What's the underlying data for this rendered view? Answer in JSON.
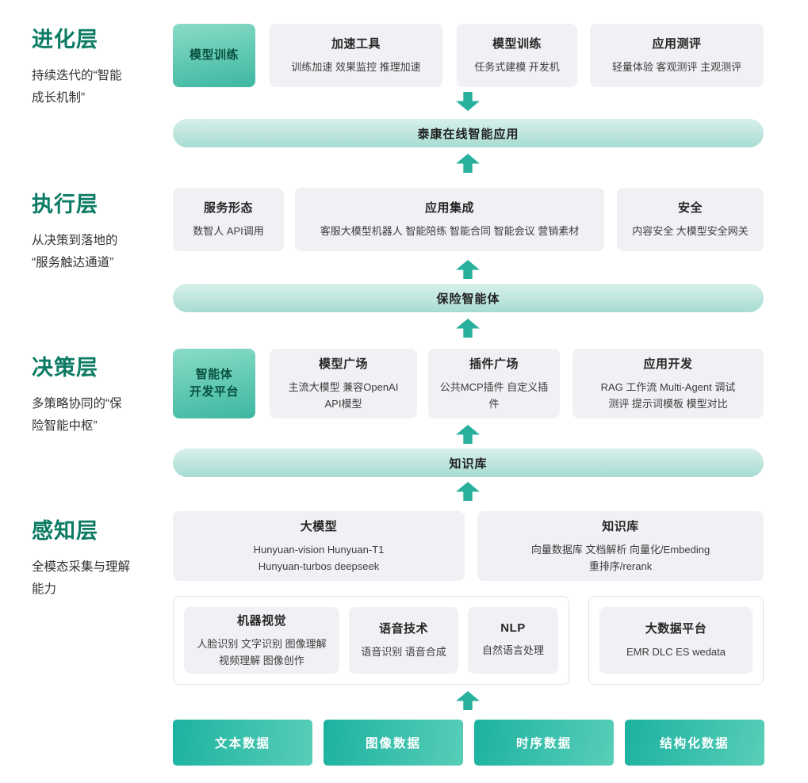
{
  "layers": {
    "evolution": {
      "title": "进化层",
      "subtitle": "持续迭代的“智能\n成长机制”",
      "highlight": "模型训练",
      "cards": [
        {
          "title": "加速工具",
          "sub": "训练加速  效果监控  推理加速"
        },
        {
          "title": "模型训练",
          "sub": "任务式建模  开发机"
        },
        {
          "title": "应用测评",
          "sub": "轻量体验  客观测评  主观测评"
        }
      ],
      "banner": "泰康在线智能应用"
    },
    "execution": {
      "title": "执行层",
      "subtitle": "从决策到落地的\n“服务触达通道”",
      "cards": [
        {
          "title": "服务形态",
          "sub": "数智人  API调用"
        },
        {
          "title": "应用集成",
          "sub": "客服大模型机器人  智能陪练  智能合同  智能会议  营销素材"
        },
        {
          "title": "安全",
          "sub": "内容安全  大模型安全网关"
        }
      ],
      "banner": "保险智能体"
    },
    "decision": {
      "title": "决策层",
      "subtitle": "多策略协同的“保\n险智能中枢”",
      "highlight": "智能体\n开发平台",
      "cards": [
        {
          "title": "模型广场",
          "sub": "主流大模型  兼容OpenAI\nAPI模型"
        },
        {
          "title": "插件广场",
          "sub": "公共MCP插件  自定义插件"
        },
        {
          "title": "应用开发",
          "sub": "RAG 工作流 Multi-Agent 调试\n测评 提示词模板 模型对比"
        }
      ],
      "banner": "知识库"
    },
    "perception": {
      "title": "感知层",
      "subtitle": "全模态采集与理解\n能力",
      "cards_row1": [
        {
          "title": "大模型",
          "sub": "Hunyuan-vision Hunyuan-T1\nHunyuan-turbos deepseek"
        },
        {
          "title": "知识库",
          "sub": "向量数据库 文档解析 向量化/Embeding\n重排序/rerank"
        }
      ],
      "cards_row2": [
        {
          "title": "机器视觉",
          "sub": "人脸识别 文字识别 图像理解\n视频理解 图像创作"
        },
        {
          "title": "语音技术",
          "sub": "语音识别  语音合成"
        },
        {
          "title": "NLP",
          "sub": "自然语言处理"
        }
      ],
      "big_data": {
        "title": "大数据平台",
        "sub": "EMR DLC ES wedata"
      }
    }
  },
  "data_sources": [
    "文本数据",
    "图像数据",
    "时序数据",
    "结构化数据"
  ],
  "colors": {
    "accent": "#28b09d",
    "layer_title": "#0b7b64",
    "card_bg": "#f0f1f4",
    "highlight_gradient_start": "#8adcc7",
    "highlight_gradient_end": "#3cb7a1",
    "banner_gradient_start": "#d8f0eb",
    "banner_gradient_end": "#a6dcd2",
    "button_gradient_start": "#1cb2a0",
    "button_gradient_end": "#58ceb8"
  }
}
